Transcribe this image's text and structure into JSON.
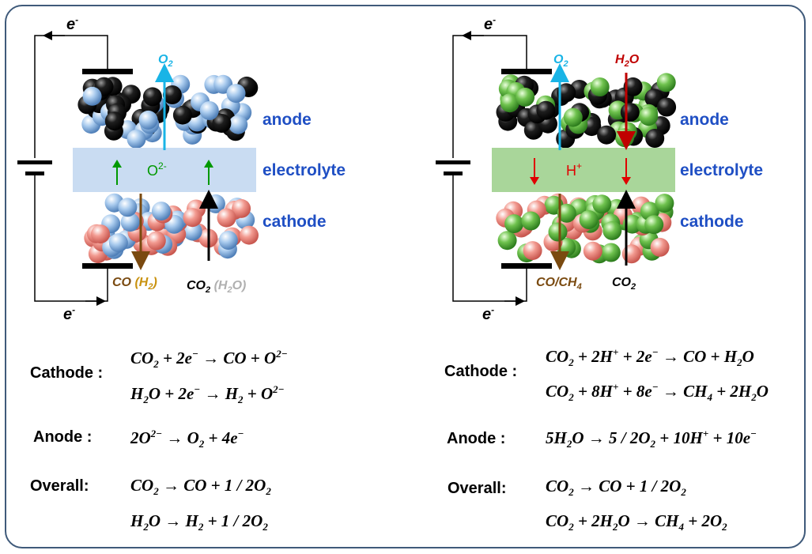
{
  "colors": {
    "frame": "#3f5a7a",
    "label_blue": "#1f4fc4",
    "o2_arrow": "#19b4e6",
    "h2o_arrow": "#c00000",
    "ion_green": "#009900",
    "ion_red": "#e00000",
    "product_brown": "#7a4a10",
    "electrolyte_left": "#c9dcf2",
    "electrolyte_right": "#a9d69a",
    "grey_text": "#b0b0b0"
  },
  "left_cell": {
    "anode_label": "anode",
    "electrolyte_label": "electrolyte",
    "cathode_label": "cathode",
    "electron_top": "e",
    "electron_bottom": "e",
    "electron_sup": "-",
    "ion_base": "O",
    "ion_sup": "2-",
    "o2_label_base": "O",
    "o2_label_sub": "2",
    "product_label_main": "CO ",
    "product_label_paren_open": "(H",
    "product_label_paren_sub": "2",
    "product_label_paren_close": ")",
    "reactant_base": "CO",
    "reactant_sub": "2",
    "reactant_paren_open": " (H",
    "reactant_paren_sub": "2",
    "reactant_paren_close": "O)"
  },
  "right_cell": {
    "anode_label": "anode",
    "electrolyte_label": "electrolyte",
    "cathode_label": "cathode",
    "electron_top": "e",
    "electron_bottom": "e",
    "electron_sup": "-",
    "ion_base": "H",
    "ion_sup": "+",
    "o2_label_base": "O",
    "o2_label_sub": "2",
    "h2o_label_base": "H",
    "h2o_label_sub": "2",
    "h2o_label_end": "O",
    "product_label_a": "CO/CH",
    "product_label_sub": "4",
    "reactant_base": "CO",
    "reactant_sub": "2"
  },
  "equations_left": {
    "cathode_label": "Cathode :",
    "anode_label": "Anode :",
    "overall_label": "Overall:",
    "cathode_1": "CO<sub>2</sub> + 2e<sup>−</sup> → CO + O<sup>2−</sup>",
    "cathode_2": "H<sub>2</sub>O + 2e<sup>−</sup> → H<sub>2</sub> + O<sup>2−</sup>",
    "anode_1": "2O<sup>2−</sup> → O<sub>2</sub> + 4e<sup>−</sup>",
    "overall_1": "CO<sub>2</sub> → CO + 1 / 2O<sub>2</sub>",
    "overall_2": "H<sub>2</sub>O → H<sub>2</sub> + 1 / 2O<sub>2</sub>"
  },
  "equations_right": {
    "cathode_label": "Cathode :",
    "anode_label": "Anode :",
    "overall_label": "Overall:",
    "cathode_1": "CO<sub>2</sub> + 2H<sup>+</sup> + 2e<sup>−</sup> → CO + H<sub>2</sub>O",
    "cathode_2": "CO<sub>2</sub> + 8H<sup>+</sup> + 8e<sup>−</sup> → CH<sub>4</sub> + 2H<sub>2</sub>O",
    "anode_1": "5H<sub>2</sub>O → 5 / 2O<sub>2</sub> + 10H<sup>+</sup> + 10e<sup>−</sup>",
    "overall_1": "CO<sub>2</sub> → CO + 1 / 2O<sub>2</sub>",
    "overall_2": "CO<sub>2</sub> + 2H<sub>2</sub>O → CH<sub>4</sub> + 2O<sub>2</sub>"
  }
}
